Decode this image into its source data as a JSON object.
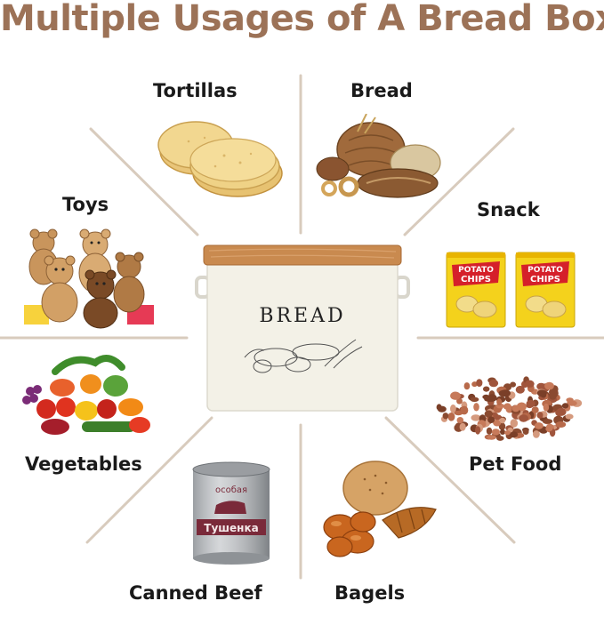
{
  "title": "Multiple Usages of A Bread Box",
  "colors": {
    "title": "#9c7257",
    "spoke": "#d8cbbd",
    "label": "#1a1a1a"
  },
  "product": {
    "box_text": "BREAD"
  },
  "usages": [
    {
      "label": "Tortillas",
      "icon": "tortillas-image"
    },
    {
      "label": "Bread",
      "icon": "bread-image"
    },
    {
      "label": "Toys",
      "icon": "teddy-bears-image"
    },
    {
      "label": "Snack",
      "icon": "potato-chips-image"
    },
    {
      "label": "Vegetables",
      "icon": "vegetables-image"
    },
    {
      "label": "Pet Food",
      "icon": "pet-food-image"
    },
    {
      "label": "Canned Beef",
      "icon": "canned-beef-image"
    },
    {
      "label": "Bagels",
      "icon": "bagels-image"
    }
  ],
  "snack_bag": {
    "line1": "POTATO",
    "line2": "CHIPS"
  },
  "can": {
    "top_text": "особая",
    "main_text": "Тушенка"
  }
}
